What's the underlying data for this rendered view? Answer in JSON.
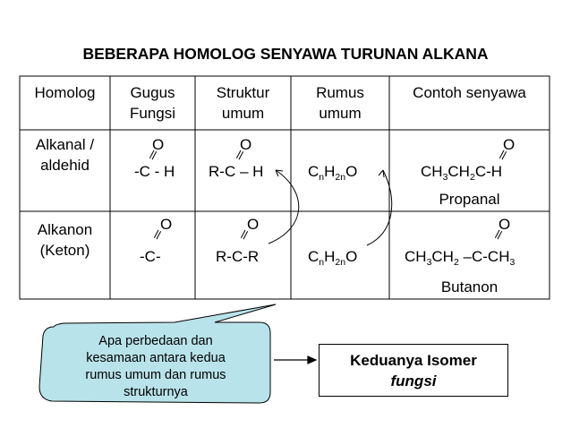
{
  "title": "BEBERAPA HOMOLOG SENYAWA TURUNAN ALKANA",
  "headers": {
    "homolog": "Homolog",
    "gugus_1": "Gugus",
    "gugus_2": "Fungsi",
    "struktur_1": "Struktur",
    "struktur_2": "umum",
    "rumus_1": "Rumus",
    "rumus_2": "umum",
    "contoh": "Contoh senyawa"
  },
  "row1": {
    "homolog_1": "Alkanal /",
    "homolog_2": "aldehid",
    "gugus_o": "O",
    "gugus": "-C - H",
    "struktur_o": "O",
    "struktur": "R-C – H",
    "rumus": {
      "c": "C",
      "n1": "n",
      "h": "H",
      "n2": "2n",
      "o": "O"
    },
    "contoh_o": "O",
    "contoh": {
      "a": "CH",
      "s1": "3",
      "b": "CH",
      "s2": "2",
      "c": "C-H"
    },
    "nama": "Propanal"
  },
  "row2": {
    "homolog_1": "Alkanon",
    "homolog_2": "(Keton)",
    "gugus_o": "O",
    "gugus": "-C-",
    "struktur_o": "O",
    "struktur": "R-C-R",
    "rumus": {
      "c": "C",
      "n1": "n",
      "h": "H",
      "n2": "2n",
      "o": "O"
    },
    "contoh_o": "O",
    "contoh": {
      "a": "CH",
      "s1": "3",
      "b": "CH",
      "s2": "2",
      "c": " –C-CH",
      "s3": "3"
    },
    "nama": "Butanon"
  },
  "bubble": {
    "l1": "Apa perbedaan dan",
    "l2": "kesamaan antara kedua",
    "l3": "rumus umum dan  rumus",
    "l4": "strukturnya"
  },
  "answer": {
    "l1": "Keduanya Isomer",
    "l2": "fungsi"
  }
}
